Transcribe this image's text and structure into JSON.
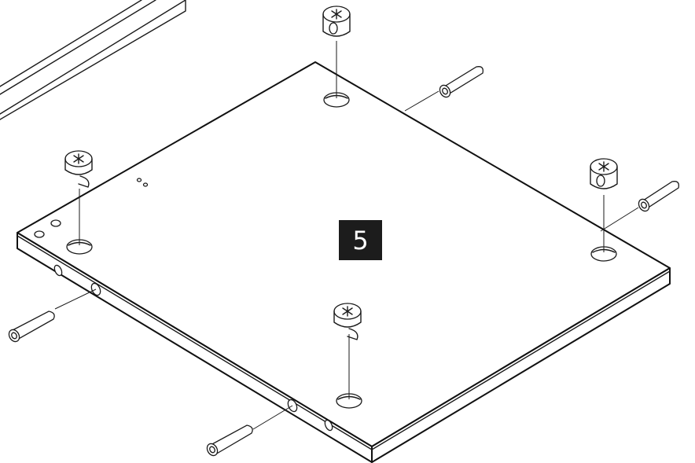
{
  "step": {
    "number": "5"
  },
  "parts": {
    "panel": "board",
    "cam_locks": 4,
    "dowels": 4
  },
  "colors": {
    "line": "#1a1a1a",
    "step_box": "#1c1c1c",
    "step_text": "#ffffff",
    "background": "#ffffff"
  }
}
